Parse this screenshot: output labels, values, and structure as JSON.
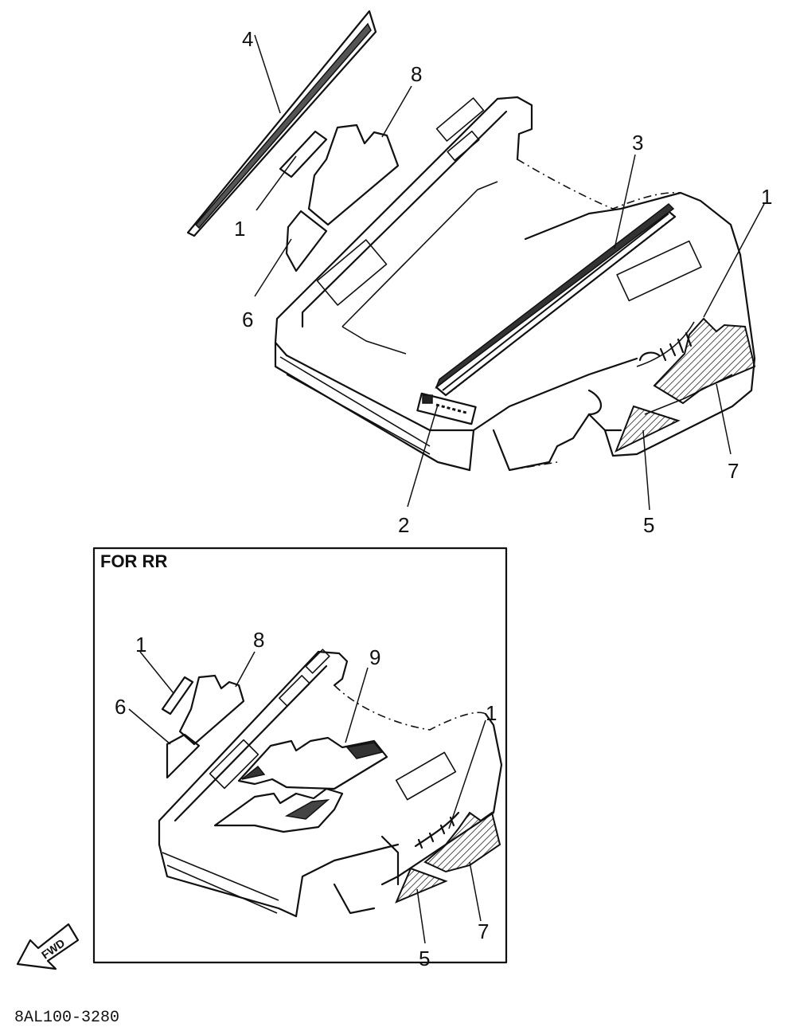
{
  "diagram": {
    "main_callouts": {
      "c1": "1",
      "c1b": "1",
      "c2": "2",
      "c3": "3",
      "c4": "4",
      "c5": "5",
      "c6": "6",
      "c7": "7",
      "c8": "8"
    },
    "inset": {
      "title": "FOR RR",
      "callouts": {
        "c1": "1",
        "c1b": "1",
        "c5": "5",
        "c6": "6",
        "c7": "7",
        "c8": "8",
        "c9": "9"
      }
    },
    "fwd_label": "FWD",
    "diagram_code": "8AL100-3280"
  }
}
